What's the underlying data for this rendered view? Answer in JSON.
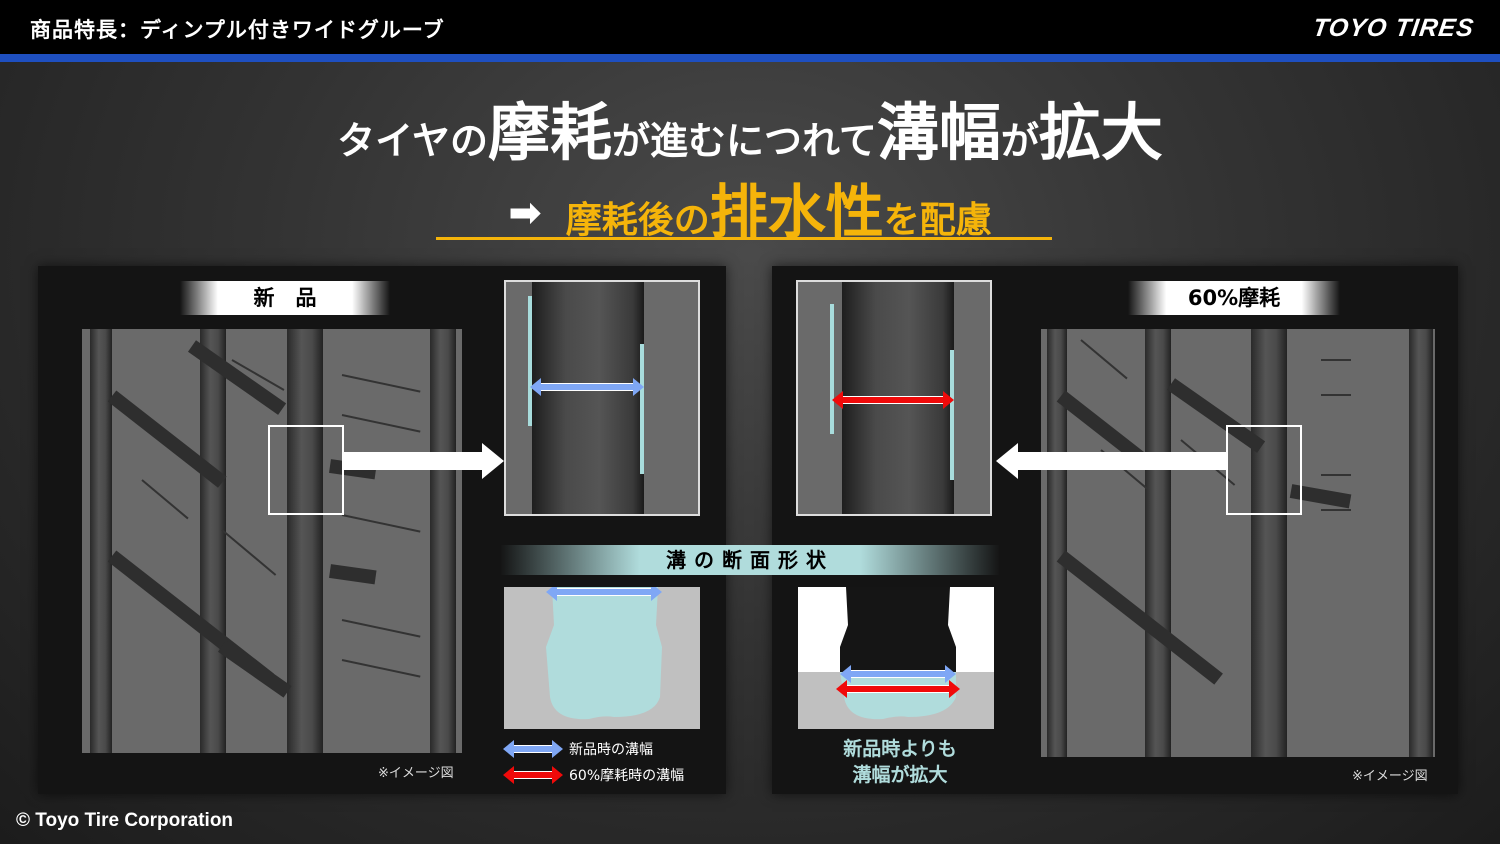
{
  "header": {
    "title": "商品特長：ディンプル付きワイドグルーブ",
    "logo": "TOYO TIRES",
    "accent_color": "#1e4fc0"
  },
  "headline": {
    "part1": "タイヤの",
    "part2": "摩耗",
    "part3": "が進むにつれて",
    "part4": "溝幅",
    "part5": "が",
    "part6": "拡大"
  },
  "subline": {
    "arrow": "➡",
    "part1": "摩耗後の",
    "part2": "排水性",
    "part3": "を配慮",
    "color": "#f5b40a"
  },
  "left_panel": {
    "label": "新　品",
    "note": "※イメージ図"
  },
  "right_panel": {
    "label": "60%摩耗",
    "note": "※イメージ図"
  },
  "cross_section": {
    "title": "溝の断面形状",
    "legend": [
      {
        "color": "blue",
        "label": "新品時の溝幅"
      },
      {
        "color": "red",
        "label": "60%摩耗時の溝幅"
      }
    ],
    "caption_line1": "新品時よりも",
    "caption_line2": "溝幅が拡大"
  },
  "colors": {
    "new_width_arrow": "#7fa7f5",
    "worn_width_arrow": "#f00a0a",
    "groove_fill": "#b0dcdc"
  },
  "footer": {
    "copyright": "© Toyo Tire Corporation"
  }
}
